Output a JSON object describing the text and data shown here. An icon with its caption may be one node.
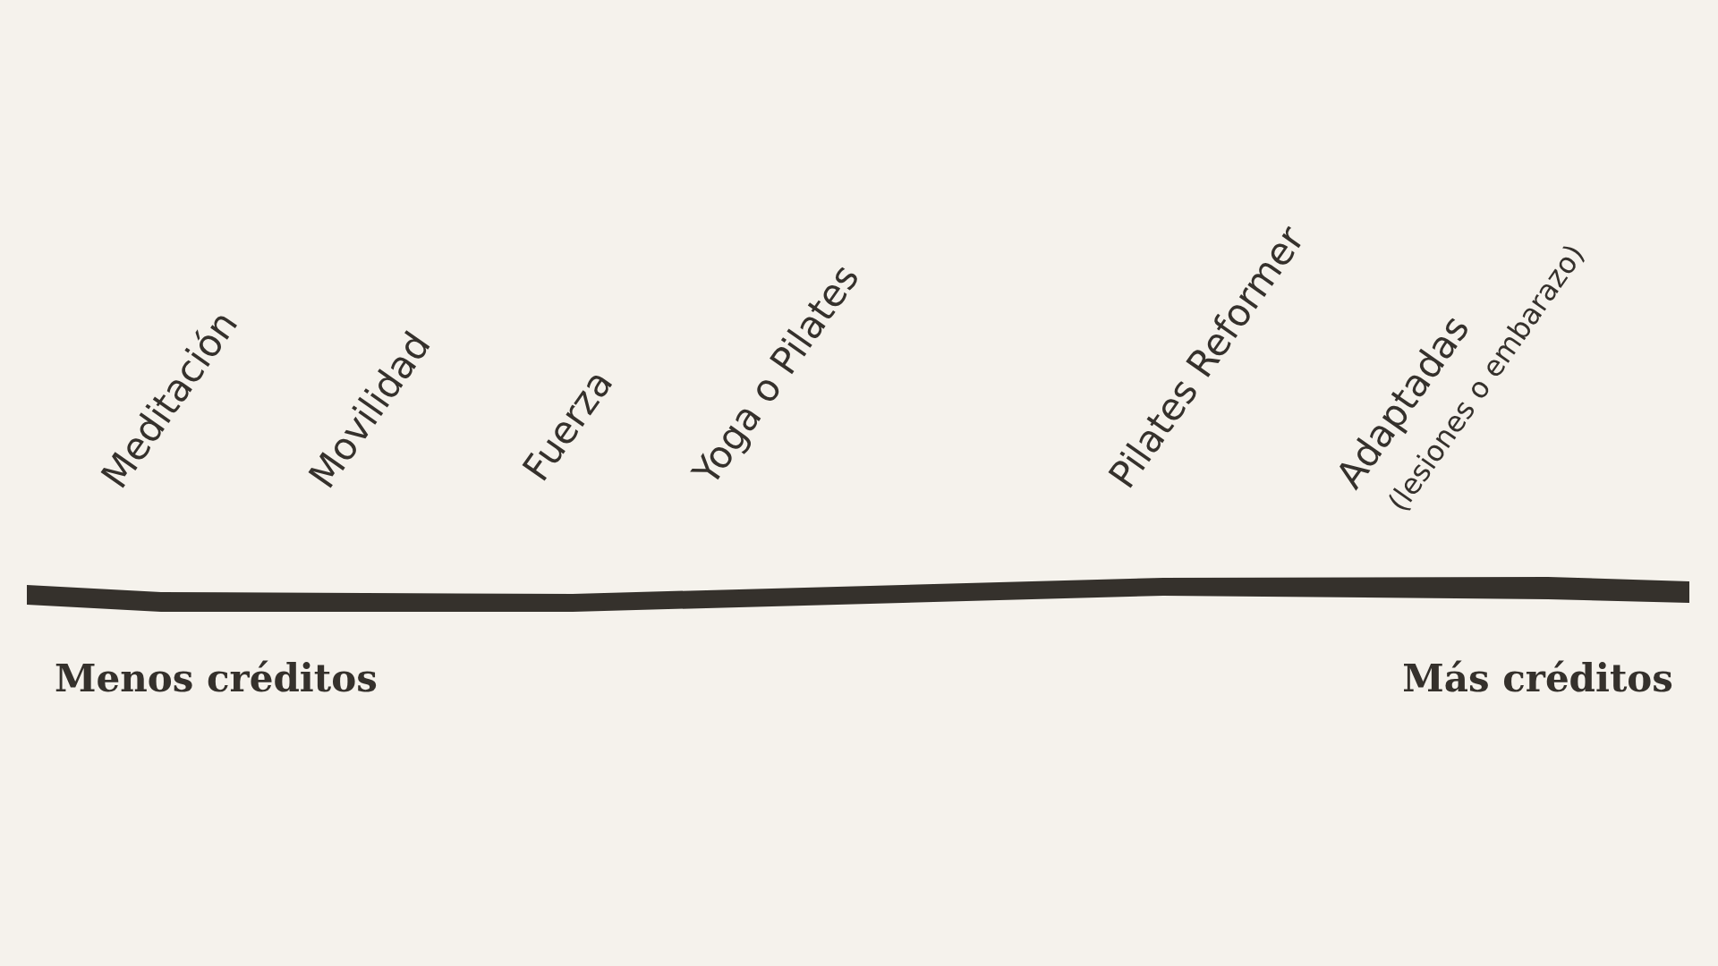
{
  "diagram": {
    "nodes": [
      {
        "text": [],
        "shape": "bar"
      }
    ],
    "labels": [
      "Meditación",
      "Movilidad",
      "Fuerza",
      "Yoga o Pilates",
      "Pilates Reformer",
      "Adaptadas",
      "(lesiones o embarazo)",
      "Menos créditos",
      "Más créditos"
    ]
  }
}
